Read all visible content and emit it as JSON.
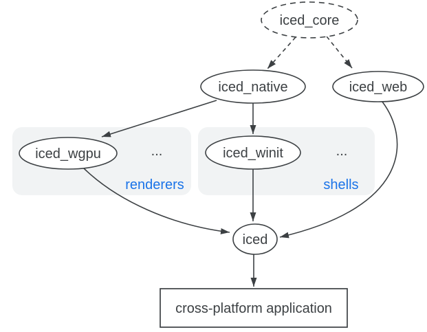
{
  "diagram": {
    "nodes": {
      "iced_core": {
        "label": "iced_core"
      },
      "iced_native": {
        "label": "iced_native"
      },
      "iced_web": {
        "label": "iced_web"
      },
      "iced_wgpu": {
        "label": "iced_wgpu"
      },
      "iced_winit": {
        "label": "iced_winit"
      },
      "iced": {
        "label": "iced"
      },
      "application": {
        "label": "cross-platform application"
      }
    },
    "groups": {
      "renderers": {
        "label": "renderers",
        "ellipsis": "..."
      },
      "shells": {
        "label": "shells",
        "ellipsis": "..."
      }
    },
    "edges": [
      {
        "from": "iced_core",
        "to": "iced_native",
        "style": "dashed"
      },
      {
        "from": "iced_core",
        "to": "iced_web",
        "style": "dashed"
      },
      {
        "from": "iced_native",
        "to": "iced_wgpu",
        "style": "solid"
      },
      {
        "from": "iced_native",
        "to": "iced_winit",
        "style": "solid"
      },
      {
        "from": "iced_wgpu",
        "to": "iced",
        "style": "solid"
      },
      {
        "from": "iced_winit",
        "to": "iced",
        "style": "solid"
      },
      {
        "from": "iced_web",
        "to": "iced",
        "style": "solid"
      },
      {
        "from": "iced",
        "to": "application",
        "style": "solid"
      }
    ],
    "colors": {
      "stroke": "#3c4043",
      "text": "#3c4043",
      "accent_blue": "#1a73e8",
      "group_bg": "#f1f3f4",
      "canvas_bg": "#ffffff"
    }
  }
}
